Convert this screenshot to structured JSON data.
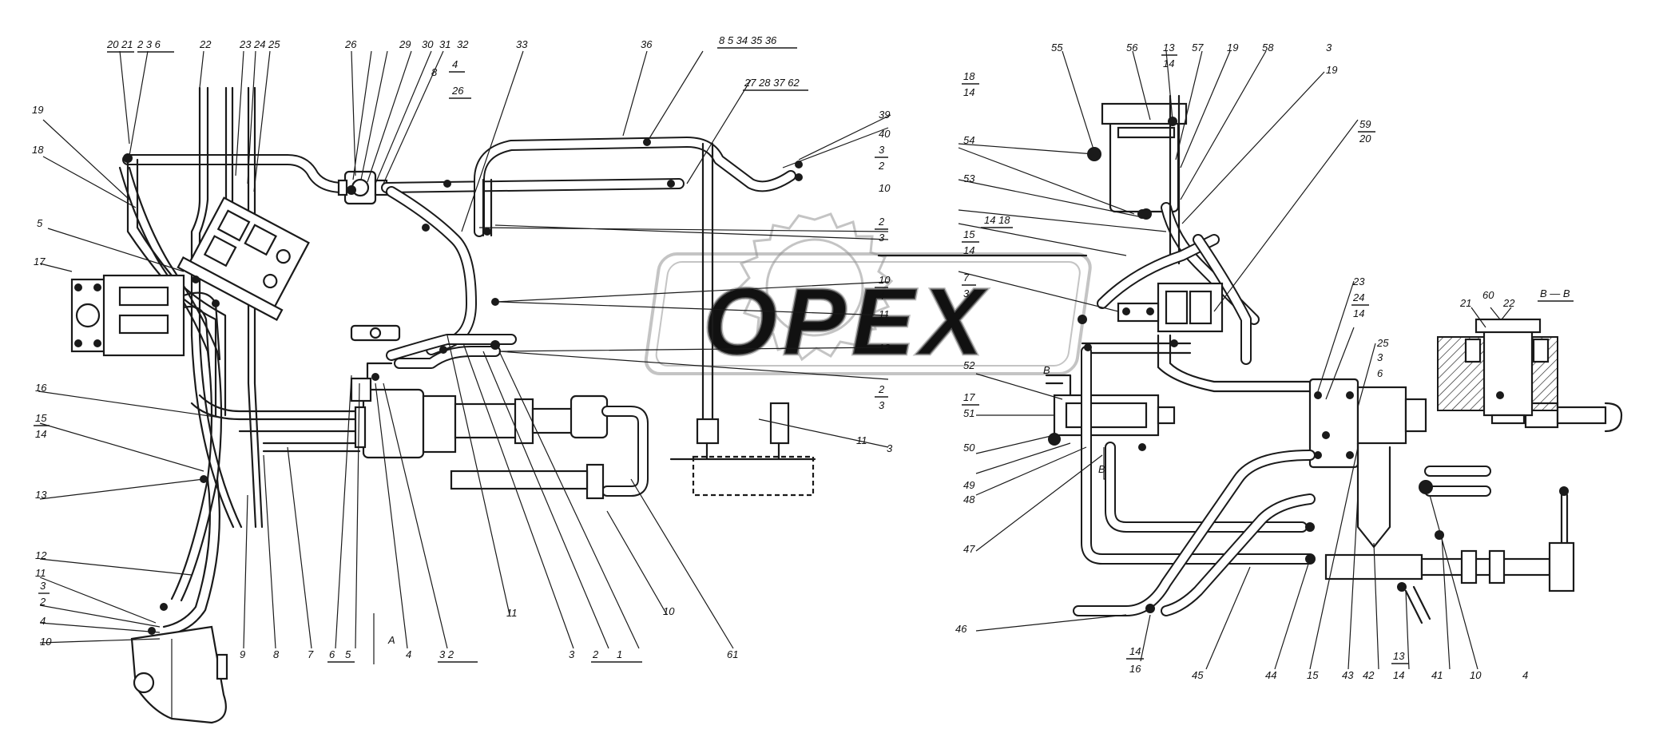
{
  "watermark": "OPEX",
  "section_label": "B — B",
  "view_label": "A",
  "callouts": [
    {
      "id": "c1",
      "text": "20 21"
    },
    {
      "id": "c2",
      "text": "2 3 6"
    },
    {
      "id": "c3",
      "text": "22"
    },
    {
      "id": "c4",
      "text": "23"
    },
    {
      "id": "c5",
      "text": "24"
    },
    {
      "id": "c6",
      "text": "25"
    },
    {
      "id": "c7",
      "text": "26"
    },
    {
      "id": "c8",
      "text": "29"
    },
    {
      "id": "c9",
      "text": "30"
    },
    {
      "id": "c10",
      "text": "31"
    },
    {
      "id": "c11",
      "text": "32"
    },
    {
      "id": "c12",
      "text": "8"
    },
    {
      "id": "c13",
      "text": "4"
    },
    {
      "id": "c14",
      "text": "26"
    },
    {
      "id": "c15",
      "text": "33"
    },
    {
      "id": "c16",
      "text": "36"
    },
    {
      "id": "c17",
      "text": "8 5 34 35 36"
    },
    {
      "id": "c18",
      "text": "27 28 37 62"
    },
    {
      "id": "c19",
      "text": "39"
    },
    {
      "id": "c20",
      "text": "40"
    },
    {
      "id": "c21",
      "text": "3"
    },
    {
      "id": "c22",
      "text": "2"
    },
    {
      "id": "c23",
      "text": "10"
    },
    {
      "id": "c24",
      "text": "2"
    },
    {
      "id": "c25",
      "text": "3"
    },
    {
      "id": "c26",
      "text": "10"
    },
    {
      "id": "c27",
      "text": "4"
    },
    {
      "id": "c28",
      "text": "11"
    },
    {
      "id": "c29",
      "text": "12"
    },
    {
      "id": "c30",
      "text": "2"
    },
    {
      "id": "c31",
      "text": "3"
    },
    {
      "id": "c32",
      "text": "11"
    },
    {
      "id": "c33",
      "text": "3"
    },
    {
      "id": "c34",
      "text": "19"
    },
    {
      "id": "c35",
      "text": "18"
    },
    {
      "id": "c36",
      "text": "5"
    },
    {
      "id": "c37",
      "text": "17"
    },
    {
      "id": "c38",
      "text": "16"
    },
    {
      "id": "c39",
      "text": "15"
    },
    {
      "id": "c40",
      "text": "14"
    },
    {
      "id": "c41",
      "text": "13"
    },
    {
      "id": "c42",
      "text": "12"
    },
    {
      "id": "c43",
      "text": "11"
    },
    {
      "id": "c44",
      "text": "3"
    },
    {
      "id": "c45",
      "text": "2"
    },
    {
      "id": "c46",
      "text": "4"
    },
    {
      "id": "c47",
      "text": "10"
    },
    {
      "id": "c48",
      "text": "9"
    },
    {
      "id": "c49",
      "text": "8"
    },
    {
      "id": "c50",
      "text": "7"
    },
    {
      "id": "c51",
      "text": "6"
    },
    {
      "id": "c52",
      "text": "5"
    },
    {
      "id": "c53",
      "text": "4"
    },
    {
      "id": "c54",
      "text": "3 2"
    },
    {
      "id": "c55",
      "text": "11"
    },
    {
      "id": "c56",
      "text": "3"
    },
    {
      "id": "c57",
      "text": "2"
    },
    {
      "id": "c58",
      "text": "1"
    },
    {
      "id": "c59",
      "text": "10"
    },
    {
      "id": "c60",
      "text": "61"
    },
    {
      "id": "c61",
      "text": "55"
    },
    {
      "id": "c62",
      "text": "56"
    },
    {
      "id": "c63",
      "text": "13"
    },
    {
      "id": "c64",
      "text": "14"
    },
    {
      "id": "c65",
      "text": "57"
    },
    {
      "id": "c66",
      "text": "19"
    },
    {
      "id": "c67",
      "text": "58"
    },
    {
      "id": "c68",
      "text": "3"
    },
    {
      "id": "c69",
      "text": "19"
    },
    {
      "id": "c70",
      "text": "18"
    },
    {
      "id": "c71",
      "text": "14"
    },
    {
      "id": "c72",
      "text": "54"
    },
    {
      "id": "c73",
      "text": "53"
    },
    {
      "id": "c74",
      "text": "14 18"
    },
    {
      "id": "c75",
      "text": "59"
    },
    {
      "id": "c76",
      "text": "20"
    },
    {
      "id": "c77",
      "text": "15"
    },
    {
      "id": "c78",
      "text": "14"
    },
    {
      "id": "c79",
      "text": "7"
    },
    {
      "id": "c80",
      "text": "3"
    },
    {
      "id": "c81",
      "text": "23"
    },
    {
      "id": "c82",
      "text": "24"
    },
    {
      "id": "c83",
      "text": "14"
    },
    {
      "id": "c84",
      "text": "25"
    },
    {
      "id": "c85",
      "text": "3"
    },
    {
      "id": "c86",
      "text": "6"
    },
    {
      "id": "c87",
      "text": "52"
    },
    {
      "id": "c88",
      "text": "17"
    },
    {
      "id": "c89",
      "text": "51"
    },
    {
      "id": "c90",
      "text": "50"
    },
    {
      "id": "c91",
      "text": "49"
    },
    {
      "id": "c92",
      "text": "48"
    },
    {
      "id": "c93",
      "text": "47"
    },
    {
      "id": "c94",
      "text": "46"
    },
    {
      "id": "c95",
      "text": "14"
    },
    {
      "id": "c96",
      "text": "16"
    },
    {
      "id": "c97",
      "text": "45"
    },
    {
      "id": "c98",
      "text": "44"
    },
    {
      "id": "c99",
      "text": "15"
    },
    {
      "id": "c100",
      "text": "43"
    },
    {
      "id": "c101",
      "text": "42"
    },
    {
      "id": "c102",
      "text": "13"
    },
    {
      "id": "c103",
      "text": "14"
    },
    {
      "id": "c104",
      "text": "41"
    },
    {
      "id": "c105",
      "text": "10"
    },
    {
      "id": "c106",
      "text": "4"
    },
    {
      "id": "c107",
      "text": "21"
    },
    {
      "id": "c108",
      "text": "60"
    },
    {
      "id": "c109",
      "text": "22"
    }
  ]
}
